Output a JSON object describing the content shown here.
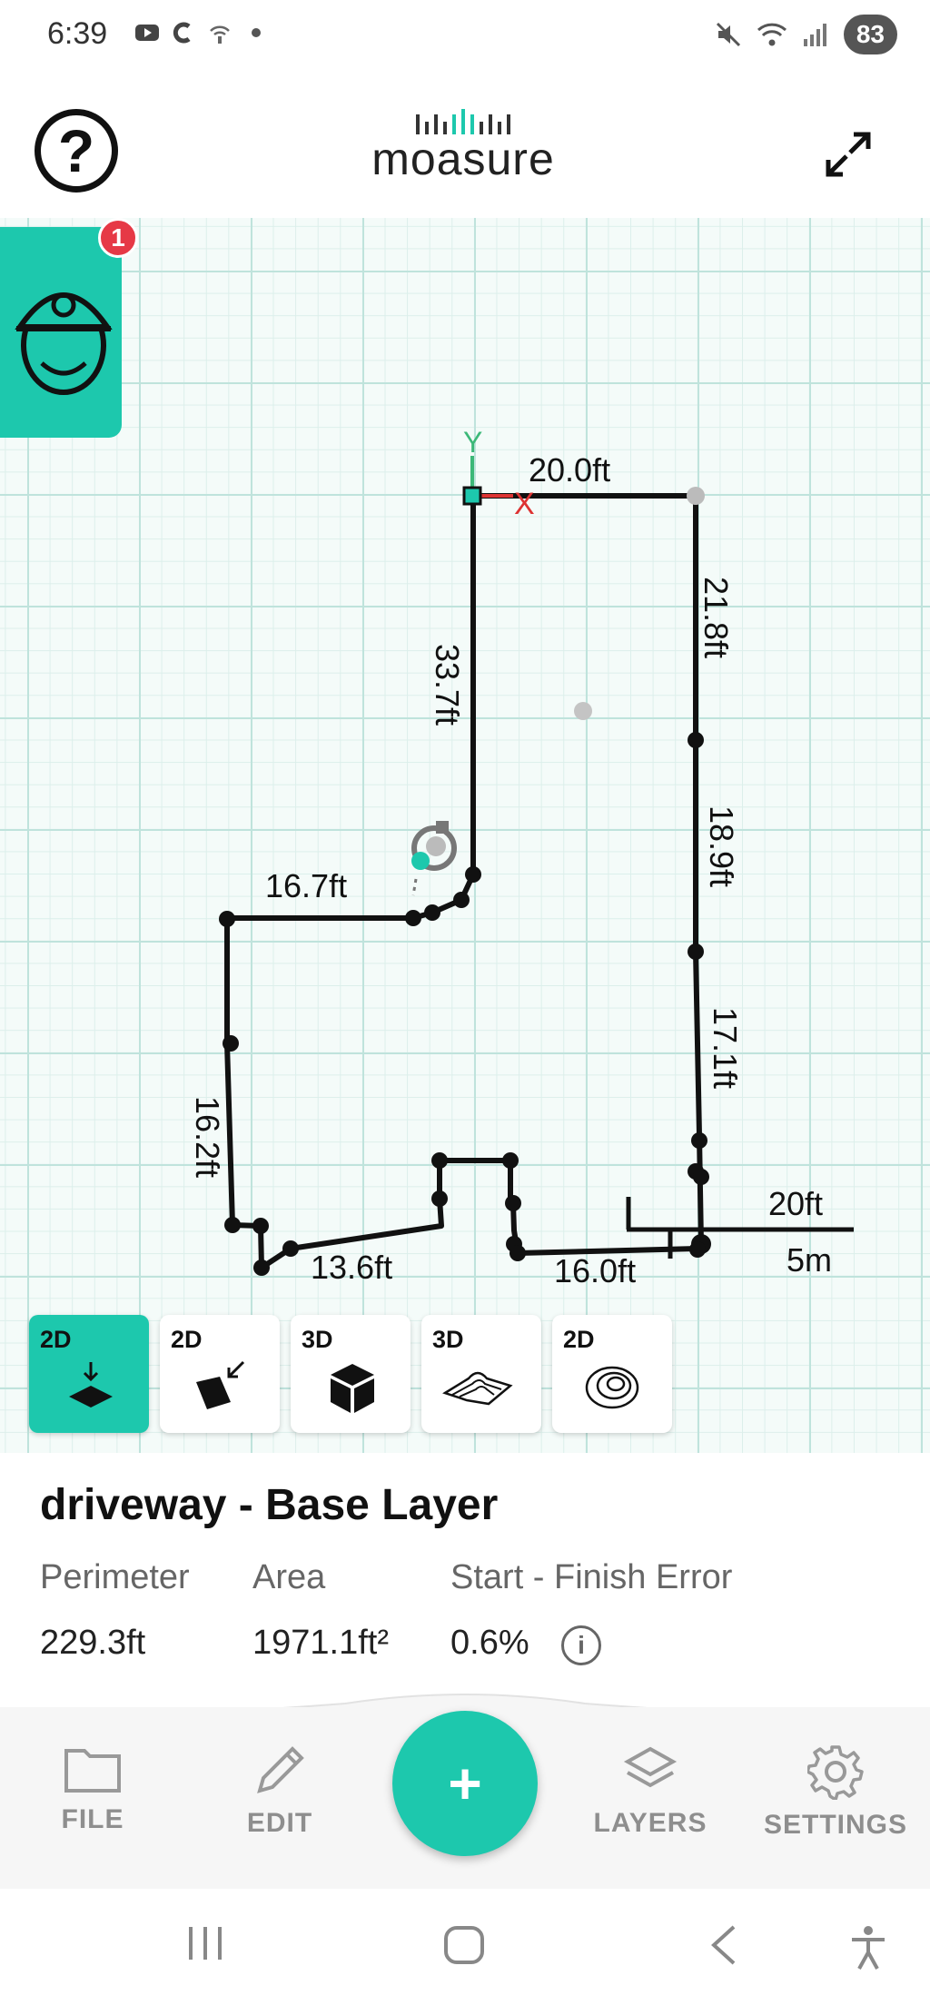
{
  "status_bar": {
    "time": "6:39",
    "battery": "83"
  },
  "header": {
    "logo": "moasure"
  },
  "map": {
    "user_badge_count": "1",
    "measurements": [
      "20.0ft",
      "21.8ft",
      "18.9ft",
      "17.1ft",
      "33.7ft",
      "16.7ft",
      "16.2ft",
      "13.6ft",
      "16.0ft"
    ],
    "axis_y": "Y",
    "axis_x": "X",
    "scale_top": "20ft",
    "scale_bottom": "5m"
  },
  "views": [
    {
      "dim": "2D",
      "name": "plan-down"
    },
    {
      "dim": "2D",
      "name": "angled"
    },
    {
      "dim": "3D",
      "name": "cube"
    },
    {
      "dim": "3D",
      "name": "terrain"
    },
    {
      "dim": "2D",
      "name": "contour"
    }
  ],
  "info": {
    "title": "driveway - Base Layer",
    "labels": {
      "perimeter": "Perimeter",
      "area": "Area",
      "error": "Start - Finish Error"
    },
    "values": {
      "perimeter": "229.3ft",
      "area": "1971.1ft²",
      "error": "0.6%"
    }
  },
  "nav": {
    "file": "FILE",
    "edit": "EDIT",
    "add": "+",
    "layers": "LAYERS",
    "settings": "SETTINGS"
  },
  "colors": {
    "accent": "#1dc8ad",
    "badge": "#e63946"
  }
}
